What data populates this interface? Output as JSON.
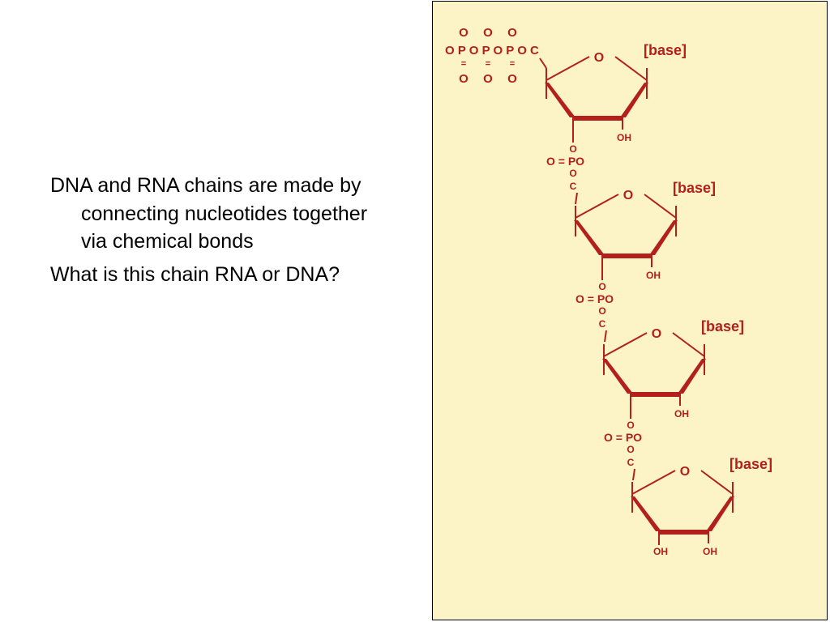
{
  "text": {
    "para1": "DNA  and RNA chains are made by connecting nucleotides together via chemical bonds",
    "para2": "What is this chain RNA or DNA?"
  },
  "figure": {
    "color": "#b3201c",
    "background": "#fcf3c6",
    "triphosphate": {
      "top_o": [
        "O",
        "O",
        "O"
      ],
      "row": "O P O P O P O C",
      "bottom_o": [
        "O",
        "O",
        "O"
      ]
    },
    "sugars": [
      {
        "ring_o": "O",
        "base": "[base]",
        "oh": [
          "OH"
        ]
      },
      {
        "ring_o": "O",
        "base": "[base]",
        "oh": [
          "OH"
        ]
      },
      {
        "ring_o": "O",
        "base": "[base]",
        "oh": [
          "OH"
        ]
      },
      {
        "ring_o": "O",
        "base": "[base]",
        "oh": [
          "OH",
          "OH"
        ]
      }
    ],
    "linkers": [
      {
        "o1": "O",
        "po": "O = PO",
        "o2": "O",
        "c": "C"
      },
      {
        "o1": "O",
        "po": "O = PO",
        "o2": "O",
        "c": "C"
      },
      {
        "o1": "O",
        "po": "O = PO",
        "o2": "O",
        "c": "C"
      }
    ]
  }
}
